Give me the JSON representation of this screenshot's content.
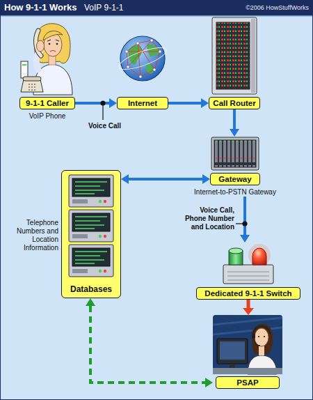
{
  "diagram": {
    "title": "How 9-1-1 Works",
    "nodes": [
      {
        "text": [
          "9-1-1 Caller",
          "VoIP Phone"
        ]
      },
      {
        "text": [
          "Internet"
        ]
      },
      {
        "text": [
          "Call Router"
        ]
      },
      {
        "text": [
          "Gateway",
          "Internet-to-PSTN Gateway"
        ]
      },
      {
        "text": [
          "Databases"
        ]
      },
      {
        "text": [
          "Dedicated 9-1-1 Switch"
        ]
      },
      {
        "text": [
          "PSAP"
        ]
      }
    ],
    "edges": [
      {
        "from": 0,
        "to": 1,
        "arrow": "to",
        "label": "Voice Call"
      },
      {
        "from": 1,
        "to": 2,
        "arrow": "to"
      },
      {
        "from": 2,
        "to": 3,
        "arrow": "to"
      },
      {
        "from": 3,
        "to": 4,
        "arrow": "both"
      },
      {
        "from": 3,
        "to": 5,
        "arrow": "to",
        "label": "Voice Call, Phone Number and Location"
      },
      {
        "from": 5,
        "to": 6,
        "arrow": "to"
      },
      {
        "from": 4,
        "to": 6,
        "arrow": "both"
      }
    ],
    "labels": [
      "VoIP 9-1-1",
      "©2006 HowStuffWorks",
      "Telephone Numbers and Location Information"
    ]
  }
}
